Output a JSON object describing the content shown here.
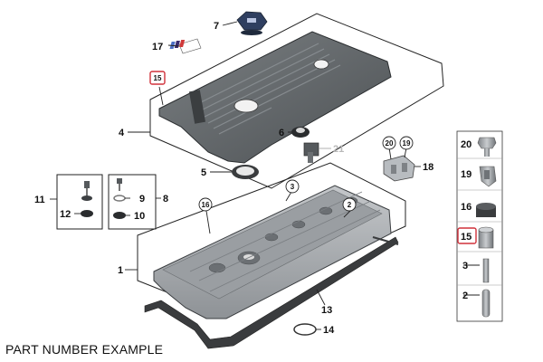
{
  "caption": "PART NUMBER EXAMPLE",
  "callouts": {
    "c1": "1",
    "c2": "2",
    "c3": "3",
    "c4": "4",
    "c5": "5",
    "c6": "6",
    "c7": "7",
    "c8": "8",
    "c9": "9",
    "c10": "10",
    "c11": "11",
    "c12": "12",
    "c13": "13",
    "c14": "14",
    "c15": "15",
    "c16": "16",
    "c17": "17",
    "c18": "18",
    "c19": "19",
    "c20": "20",
    "c21": "21"
  },
  "legend": [
    "20",
    "19",
    "16",
    "15",
    "3",
    "2"
  ],
  "colors": {
    "highlight": "#d0303a",
    "cover": "#5c6164",
    "head": "#a7abaf",
    "line": "#222222",
    "faded": "#b9b9b9"
  },
  "icons": [
    "bolt-icon",
    "clip-icon",
    "grommet-icon",
    "sleeve-icon",
    "stud-icon",
    "pin-icon"
  ]
}
